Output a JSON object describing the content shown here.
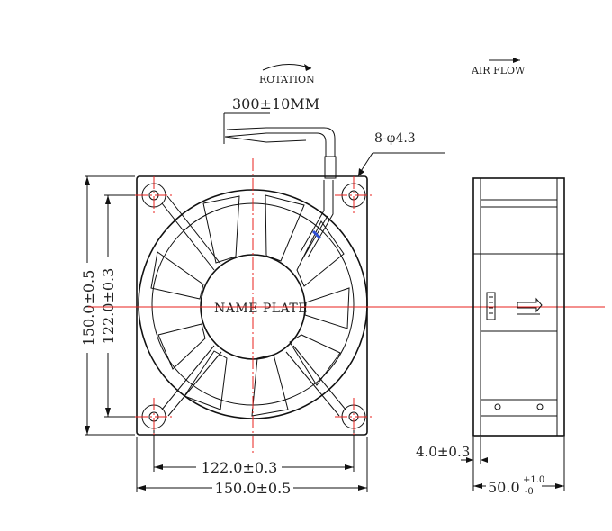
{
  "labels": {
    "rotation": "ROTATION",
    "airflow": "AIR FLOW",
    "lead_length": "300±10MM",
    "holes": "8-φ4.3",
    "name_plate": "NAME PLATE",
    "width_hole": "122.0±0.3",
    "width_overall": "150.0±0.5",
    "height_overall": "150.0±0.5",
    "height_hole": "122.0±0.3",
    "flange": "4.0±0.3",
    "depth_main": "50.0",
    "depth_tol_upper": "+1.0",
    "depth_tol_lower": "-0"
  },
  "colors": {
    "outline": "#111111",
    "centerline": "#e8201e",
    "wire_mark": "#2f4fd6"
  }
}
